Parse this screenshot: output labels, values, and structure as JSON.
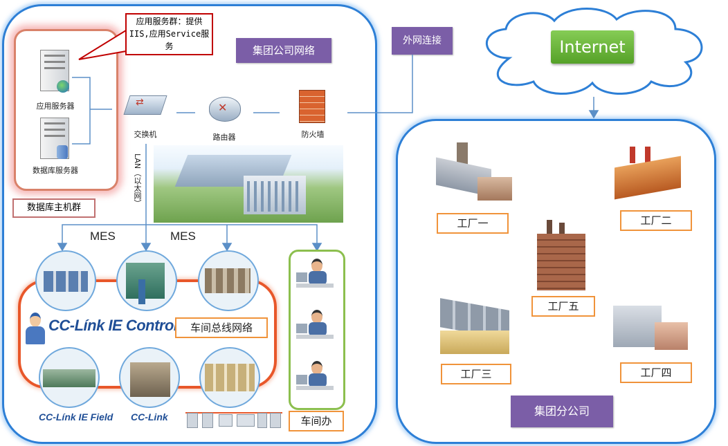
{
  "callout": {
    "text": "应用服务群：提供IIS,应用Service服务"
  },
  "group_network_label": "集团公司网络",
  "external_link_label": "外网连接",
  "internet_label": "Internet",
  "servers": {
    "app_server": "应用服务器",
    "db_server": "数据库服务器",
    "host_group": "数据库主机群"
  },
  "network": {
    "switch": "交换机",
    "router": "路由器",
    "firewall": "防火墙",
    "lan": "LAN（以太网）"
  },
  "mes": [
    "MES",
    "MES"
  ],
  "cclink": {
    "control": "CC-Línk IE Control",
    "field": "CC-Línk IE Field",
    "basic": "CC-Link"
  },
  "workshop_bus": "车间总线网络",
  "workshop_office": "车间办",
  "factories": [
    "工厂一",
    "工厂二",
    "工厂三",
    "工厂四",
    "工厂五"
  ],
  "branch_label": "集团分公司",
  "colors": {
    "panel_border": "#2d7fd6",
    "label_purple": "#7b5ea7",
    "label_border": "#f0933a",
    "internet_green": "#6fb53a",
    "office_green": "#8cbf4e",
    "ring_red": "#e8572a"
  }
}
